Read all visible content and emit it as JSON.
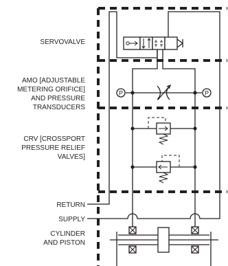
{
  "labels": {
    "servovalve": [
      "SERVOVALVE"
    ],
    "amo": [
      "AMO [ADJUSTABLE",
      "METERING ORIFICE]",
      "AND PRESSURE",
      "TRANSDUCERS"
    ],
    "crv": [
      "CRV [CROSSPORT",
      "PRESSURE RELIEF",
      "VALVES]"
    ],
    "return": [
      "RETURN"
    ],
    "supply": [
      "SUPPLY"
    ],
    "cylinder": [
      "CYLINDER",
      "AND PISTON"
    ]
  },
  "gauge_symbol": "P",
  "colors": {
    "ink": "#231f20",
    "background": "#ffffff"
  }
}
